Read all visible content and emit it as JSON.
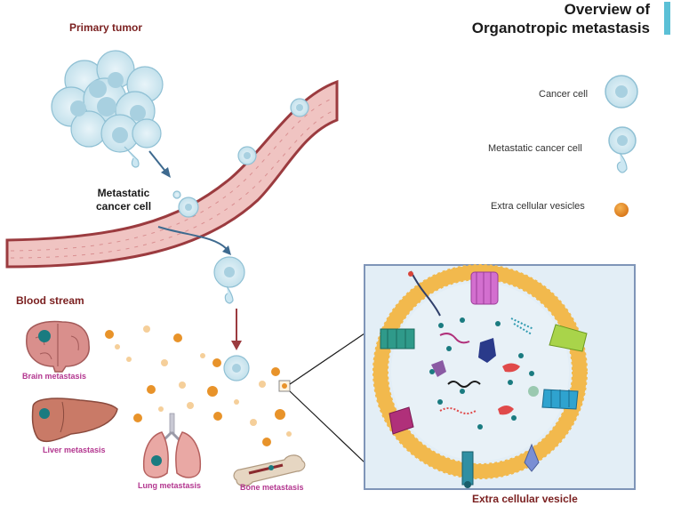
{
  "title": {
    "line1": "Overview of",
    "line2": "Organotropic metastasis",
    "accent_color": "#5bc0d6"
  },
  "labels": {
    "primary_tumor": "Primary tumor",
    "metastatic_cell_line1": "Metastatic",
    "metastatic_cell_line2": "cancer cell",
    "blood_stream": "Blood stream",
    "extracellular_vesicle": "Extra cellular vesicle"
  },
  "legend": [
    {
      "label": "Cancer cell",
      "icon": "cancer-cell-icon"
    },
    {
      "label": "Metastatic cancer cell",
      "icon": "metastatic-cell-icon"
    },
    {
      "label": "Extra cellular vesicles",
      "icon": "vesicle-icon"
    }
  ],
  "organs": [
    {
      "label": "Brain metastasis",
      "icon": "brain-icon"
    },
    {
      "label": "Liver metastasis",
      "icon": "liver-icon"
    },
    {
      "label": "Lung metastasis",
      "icon": "lungs-icon"
    },
    {
      "label": "Bone metastasis",
      "icon": "bone-icon"
    }
  ],
  "colors": {
    "label_dark_red": "#7a1f1f",
    "organ_label": "#b3368f",
    "vessel_fill": "#f0c4c2",
    "vessel_border": "#9b3b3f",
    "cell_fill": "#cce7f2",
    "cell_stroke": "#8fc0d4",
    "vesicle_orange": "#e8932a",
    "vesicle_light": "#f5cf9a",
    "panel_bg": "#e3eef6",
    "panel_border": "#7f95b8",
    "membrane": "#f2b94d",
    "arrow_blue": "#3e6a8f",
    "arrow_red": "#9b3b3f"
  }
}
